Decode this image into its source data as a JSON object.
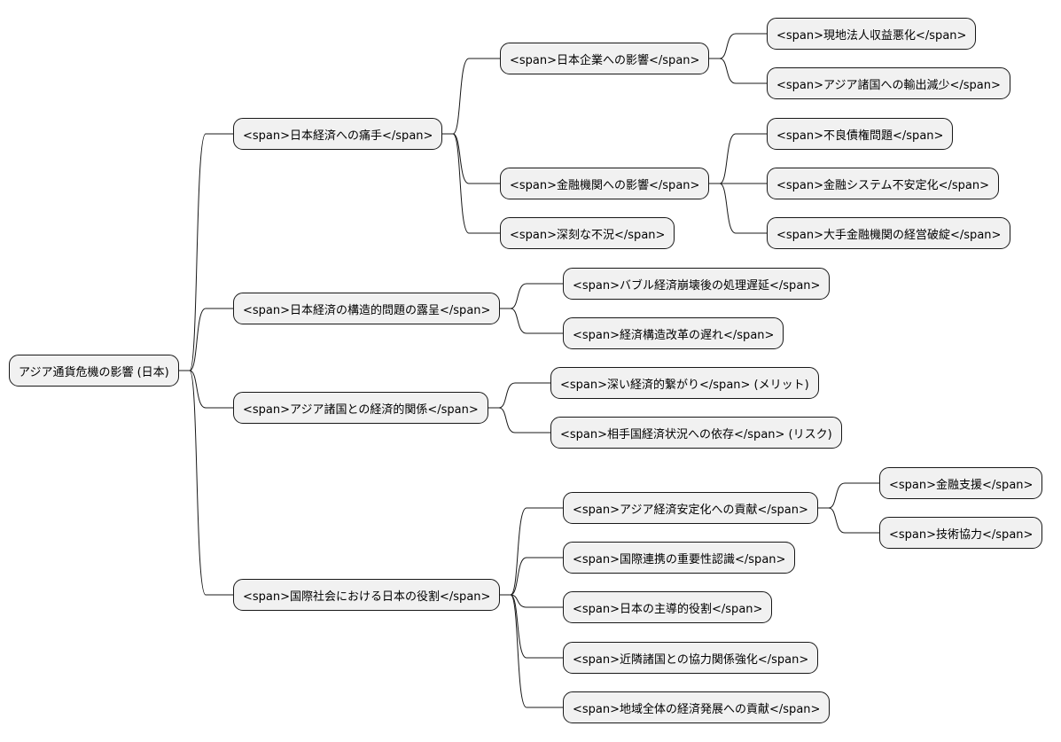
{
  "colors": {
    "node_fill": "#f1f1f1",
    "node_border": "#181818",
    "edge": "#181818"
  },
  "nodes": {
    "root": "アジア通貨危機の影響 (日本)",
    "b1": "<span>日本経済への痛手</span>",
    "b1_1": "<span>日本企業への影響</span>",
    "b1_1_1": "<span>現地法人収益悪化</span>",
    "b1_1_2": "<span>アジア諸国への輸出減少</span>",
    "b1_2": "<span>金融機関への影響</span>",
    "b1_2_1": "<span>不良債権問題</span>",
    "b1_2_2": "<span>金融システム不安定化</span>",
    "b1_2_3": "<span>大手金融機関の経営破綻</span>",
    "b1_3": "<span>深刻な不況</span>",
    "b2": "<span>日本経済の構造的問題の露呈</span>",
    "b2_1": "<span>バブル経済崩壊後の処理遅延</span>",
    "b2_2": "<span>経済構造改革の遅れ</span>",
    "b3": "<span>アジア諸国との経済的関係</span>",
    "b3_1": "<span>深い経済的繋がり</span> (メリット)",
    "b3_2": "<span>相手国経済状況への依存</span> (リスク)",
    "b4": "<span>国際社会における日本の役割</span>",
    "b4_1": "<span>アジア経済安定化への貢献</span>",
    "b4_1_1": "<span>金融支援</span>",
    "b4_1_2": "<span>技術協力</span>",
    "b4_2": "<span>国際連携の重要性認識</span>",
    "b4_3": "<span>日本の主導的役割</span>",
    "b4_4": "<span>近隣諸国との協力関係強化</span>",
    "b4_5": "<span>地域全体の経済発展への貢献</span>"
  }
}
